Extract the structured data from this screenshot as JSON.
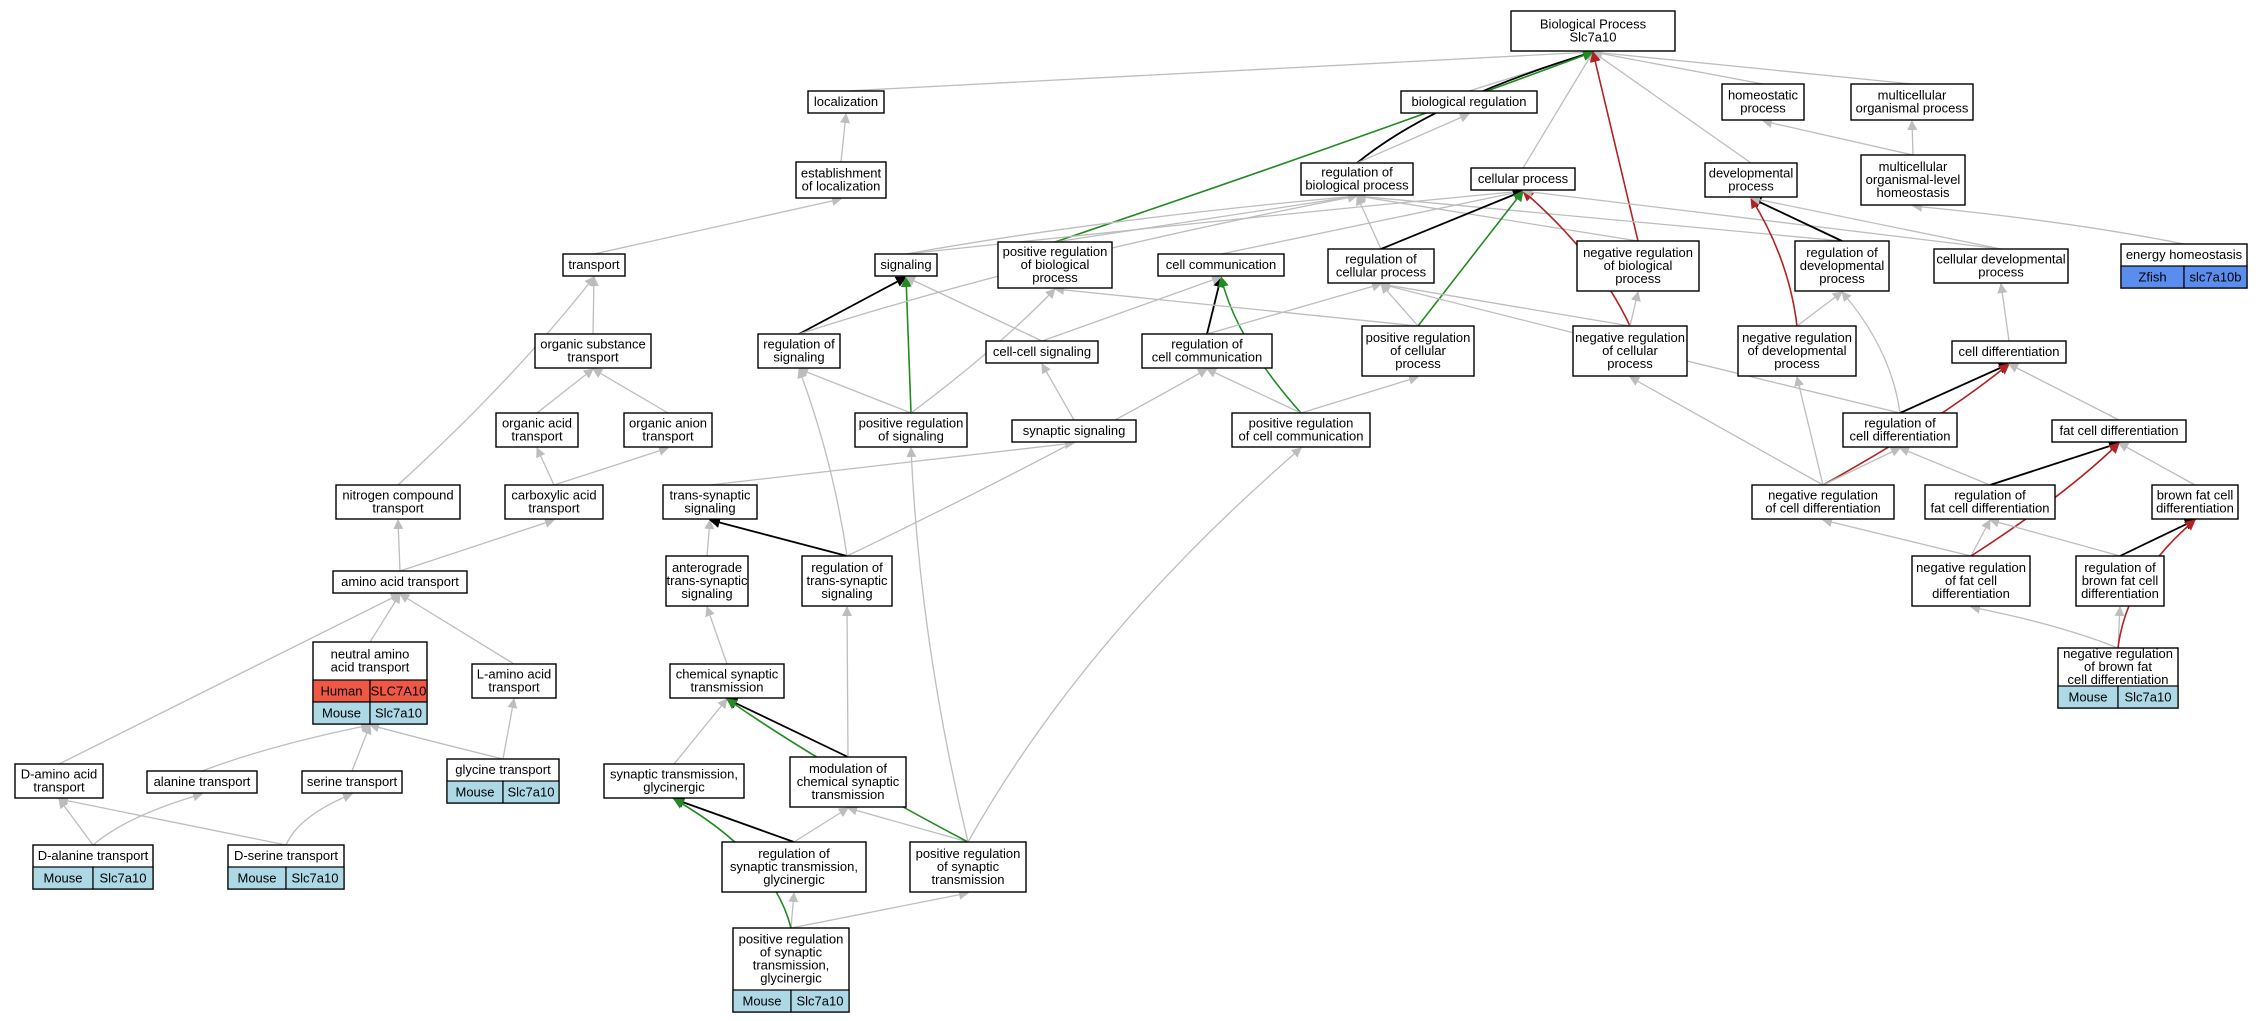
{
  "title": "Biological Process Slc7a10",
  "colors": {
    "is_a": "#bdbdbd",
    "part_of": "#000000",
    "positively_regulates": "#228b22",
    "negatively_regulates": "#b22222",
    "human": "#ef5844",
    "mouse": "#add8e6",
    "zfish": "#5b8def"
  },
  "nodes": [
    {
      "id": "bp",
      "lines": [
        "Biological Process",
        "Slc7a10"
      ]
    },
    {
      "id": "loc",
      "lines": [
        "localization"
      ]
    },
    {
      "id": "biolreg",
      "lines": [
        "biological regulation"
      ]
    },
    {
      "id": "homeo",
      "lines": [
        "homeostatic",
        "process"
      ]
    },
    {
      "id": "multi",
      "lines": [
        "multicellular",
        "organismal process"
      ]
    },
    {
      "id": "estloc",
      "lines": [
        "establishment",
        "of localization"
      ]
    },
    {
      "id": "regbp",
      "lines": [
        "regulation of",
        "biological process"
      ]
    },
    {
      "id": "cellproc",
      "lines": [
        "cellular process"
      ]
    },
    {
      "id": "devproc",
      "lines": [
        "developmental",
        "process"
      ]
    },
    {
      "id": "multihomeo",
      "lines": [
        "multicellular",
        "organismal-level",
        "homeostasis"
      ]
    },
    {
      "id": "energy",
      "lines": [
        "energy homeostasis"
      ],
      "table": [
        [
          "Zfish",
          "slc7a10b"
        ]
      ]
    },
    {
      "id": "transport",
      "lines": [
        "transport"
      ]
    },
    {
      "id": "signaling",
      "lines": [
        "signaling"
      ]
    },
    {
      "id": "posregbp",
      "lines": [
        "positive regulation",
        "of biological",
        "process"
      ]
    },
    {
      "id": "cellcomm",
      "lines": [
        "cell communication"
      ]
    },
    {
      "id": "regcellproc",
      "lines": [
        "regulation of",
        "cellular process"
      ]
    },
    {
      "id": "negregbp",
      "lines": [
        "negative regulation",
        "of biological",
        "process"
      ]
    },
    {
      "id": "regdev",
      "lines": [
        "regulation of",
        "developmental",
        "process"
      ]
    },
    {
      "id": "celldevproc",
      "lines": [
        "cellular developmental",
        "process"
      ]
    },
    {
      "id": "orgsub",
      "lines": [
        "organic substance",
        "transport"
      ]
    },
    {
      "id": "regsig",
      "lines": [
        "regulation of",
        "signaling"
      ]
    },
    {
      "id": "cellcell",
      "lines": [
        "cell-cell signaling"
      ]
    },
    {
      "id": "regcellcomm",
      "lines": [
        "regulation of",
        "cell communication"
      ]
    },
    {
      "id": "posregcellproc",
      "lines": [
        "positive regulation",
        "of cellular",
        "process"
      ]
    },
    {
      "id": "negregcellproc",
      "lines": [
        "negative regulation",
        "of cellular",
        "process"
      ]
    },
    {
      "id": "negregdev",
      "lines": [
        "negative regulation",
        "of developmental",
        "process"
      ]
    },
    {
      "id": "celldiff",
      "lines": [
        "cell differentiation"
      ]
    },
    {
      "id": "orgacid",
      "lines": [
        "organic acid",
        "transport"
      ]
    },
    {
      "id": "organion",
      "lines": [
        "organic anion",
        "transport"
      ]
    },
    {
      "id": "possig",
      "lines": [
        "positive regulation",
        "of signaling"
      ]
    },
    {
      "id": "synsig",
      "lines": [
        "synaptic signaling"
      ]
    },
    {
      "id": "posregcellcomm",
      "lines": [
        "positive regulation",
        "of cell communication"
      ]
    },
    {
      "id": "regcelldiff",
      "lines": [
        "regulation of",
        "cell differentiation"
      ]
    },
    {
      "id": "fatcelldiff",
      "lines": [
        "fat cell differentiation"
      ]
    },
    {
      "id": "nitro",
      "lines": [
        "nitrogen compound",
        "transport"
      ]
    },
    {
      "id": "carbox",
      "lines": [
        "carboxylic acid",
        "transport"
      ]
    },
    {
      "id": "transsyn",
      "lines": [
        "trans-synaptic",
        "signaling"
      ]
    },
    {
      "id": "negregcelldiff",
      "lines": [
        "negative regulation",
        "of cell differentiation"
      ]
    },
    {
      "id": "regfat",
      "lines": [
        "regulation of",
        "fat cell differentiation"
      ]
    },
    {
      "id": "brownfat",
      "lines": [
        "brown fat cell",
        "differentiation"
      ]
    },
    {
      "id": "aatrans",
      "lines": [
        "amino acid transport"
      ]
    },
    {
      "id": "antero",
      "lines": [
        "anterograde",
        "trans-synaptic",
        "signaling"
      ]
    },
    {
      "id": "regtranssyn",
      "lines": [
        "regulation of",
        "trans-synaptic",
        "signaling"
      ]
    },
    {
      "id": "negregfat",
      "lines": [
        "negative regulation",
        "of fat cell",
        "differentiation"
      ]
    },
    {
      "id": "regbrown",
      "lines": [
        "regulation of",
        "brown fat cell",
        "differentiation"
      ]
    },
    {
      "id": "neutral",
      "lines": [
        "neutral amino",
        "acid transport"
      ],
      "table": [
        [
          "Human",
          "SLC7A10"
        ],
        [
          "Mouse",
          "Slc7a10"
        ]
      ]
    },
    {
      "id": "laa",
      "lines": [
        "L-amino acid",
        "transport"
      ]
    },
    {
      "id": "chemsyn",
      "lines": [
        "chemical synaptic",
        "transmission"
      ]
    },
    {
      "id": "negregbrown",
      "lines": [
        "negative regulation",
        "of brown fat",
        "cell differentiation"
      ],
      "table": [
        [
          "Mouse",
          "Slc7a10"
        ]
      ]
    },
    {
      "id": "daa",
      "lines": [
        "D-amino acid",
        "transport"
      ]
    },
    {
      "id": "ala",
      "lines": [
        "alanine transport"
      ]
    },
    {
      "id": "ser",
      "lines": [
        "serine transport"
      ]
    },
    {
      "id": "gly",
      "lines": [
        "glycine transport"
      ],
      "table": [
        [
          "Mouse",
          "Slc7a10"
        ]
      ]
    },
    {
      "id": "synglyc",
      "lines": [
        "synaptic transmission,",
        "glycinergic"
      ]
    },
    {
      "id": "modchem",
      "lines": [
        "modulation of",
        "chemical synaptic",
        "transmission"
      ]
    },
    {
      "id": "dala",
      "lines": [
        "D-alanine transport"
      ],
      "table": [
        [
          "Mouse",
          "Slc7a10"
        ]
      ]
    },
    {
      "id": "dser",
      "lines": [
        "D-serine transport"
      ],
      "table": [
        [
          "Mouse",
          "Slc7a10"
        ]
      ]
    },
    {
      "id": "regsynglyc",
      "lines": [
        "regulation of",
        "synaptic transmission,",
        "glycinergic"
      ]
    },
    {
      "id": "posregsyn",
      "lines": [
        "positive regulation",
        "of synaptic",
        "transmission"
      ]
    },
    {
      "id": "posregsynglyc",
      "lines": [
        "positive regulation",
        "of synaptic",
        "transmission,",
        "glycinergic"
      ],
      "table": [
        [
          "Mouse",
          "Slc7a10"
        ]
      ]
    }
  ]
}
